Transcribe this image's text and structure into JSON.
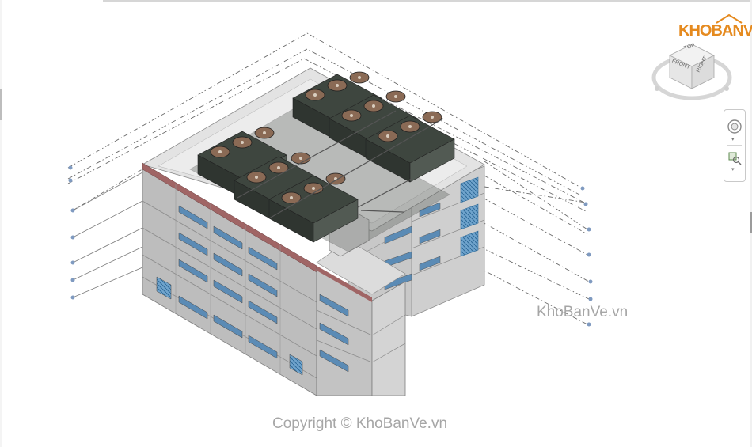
{
  "watermark": {
    "logo": "KHOBANVE",
    "side_text": "KhoBanVe.vn",
    "copyright_text": "Copyright © KhoBanVe.vn"
  },
  "viewcube": {
    "faces": {
      "top": "TOP",
      "front": "FRONT",
      "right": "RIGHT"
    }
  },
  "colors": {
    "accent_logo": "#e58a1f",
    "wall": "#bdbdbd",
    "roof": "#e3e3e3",
    "equipment": "#444d45",
    "glass": "#3f7fb0",
    "parapet": "#a06565"
  },
  "icons": {
    "steering_wheel": "steering-wheel-icon",
    "zoom": "zoom-region-icon"
  }
}
